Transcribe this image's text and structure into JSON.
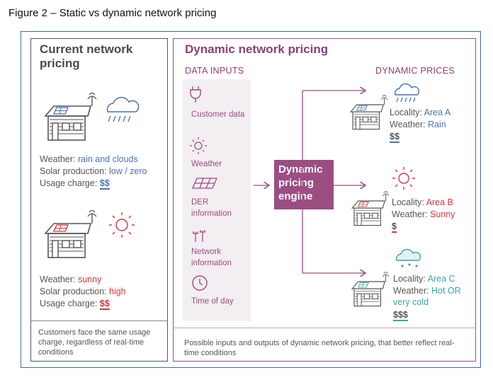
{
  "figure_title": "Figure 2 – Static vs dynamic network pricing",
  "current": {
    "title": "Current network pricing",
    "scenario1": {
      "weather_label": "Weather:",
      "weather_value": "rain and clouds",
      "solar_label": "Solar production:",
      "solar_value": "low / zero",
      "charge_label": "Usage charge:",
      "charge_value": "$$"
    },
    "scenario2": {
      "weather_label": "Weather:",
      "weather_value": "sunny",
      "solar_label": "Solar production:",
      "solar_value": "high",
      "charge_label": "Usage charge:",
      "charge_value": "$$"
    },
    "footnote": "Customers face the same usage charge, regardless of real-time conditions"
  },
  "dynamic": {
    "title": "Dynamic network pricing",
    "inputs_header": "DATA INPUTS",
    "prices_header": "DYNAMIC PRICES",
    "inputs": [
      {
        "icon": "plug-icon",
        "label": "Customer data"
      },
      {
        "icon": "sun-icon",
        "label": "Weather"
      },
      {
        "icon": "solar-panel-icon",
        "label": "DER information"
      },
      {
        "icon": "pylon-icon",
        "label": "Network information"
      },
      {
        "icon": "clock-icon",
        "label": "Time of day"
      }
    ],
    "engine_label": "Dynamic pricing engine",
    "outputs": [
      {
        "locality_label": "Locality:",
        "locality_value": "Area A",
        "weather_label": "Weather:",
        "weather_value": "Rain",
        "price": "$$",
        "color": "#4a72b5"
      },
      {
        "locality_label": "Locality:",
        "locality_value": "Area B",
        "weather_label": "Weather:",
        "weather_value": "Sunny",
        "price": "$",
        "color": "#d9363e"
      },
      {
        "locality_label": "Locality:",
        "locality_value": "Area C",
        "weather_label": "Weather:",
        "weather_value": "Hot OR very cold",
        "price": "$$$",
        "color": "#3aa6a6"
      }
    ],
    "footnote": "Possible inputs and outputs of dynamic network pricing, that better reflect real-time conditions"
  },
  "colors": {
    "purple": "#9c4d82",
    "blue": "#4a72b5",
    "red": "#d9363e",
    "teal": "#3aa6a6",
    "frame": "#3a6ea5"
  }
}
